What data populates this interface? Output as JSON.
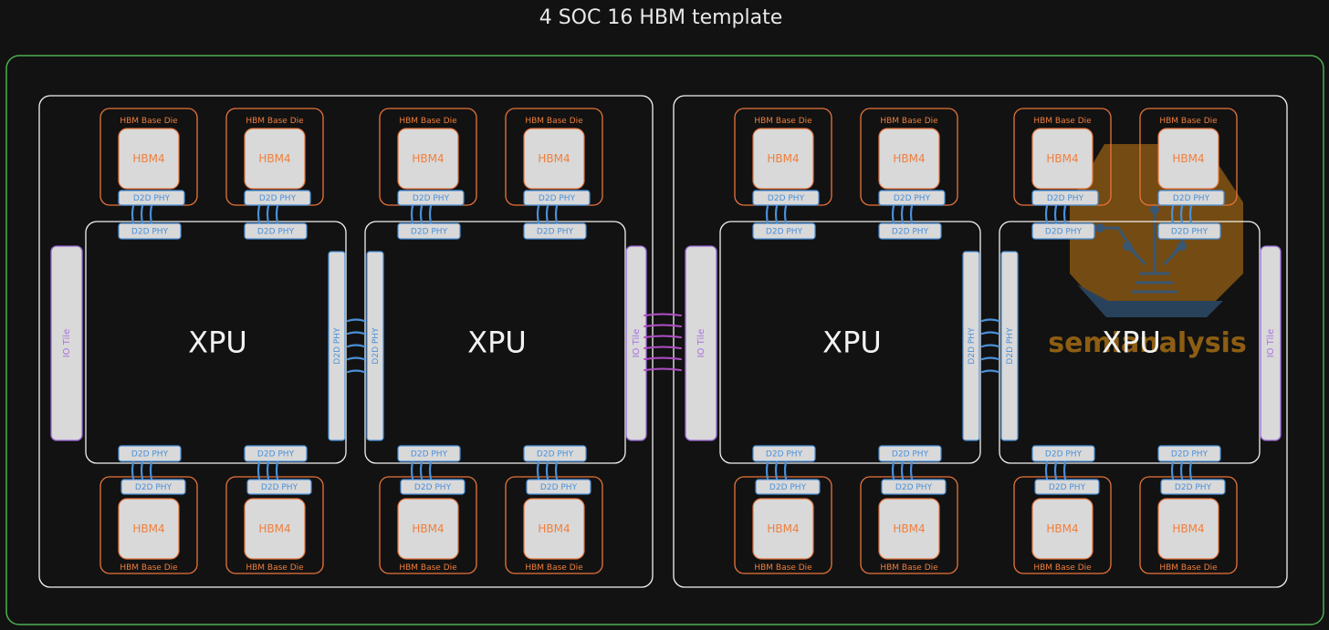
{
  "title": "4 SOC 16 HBM template",
  "labels": {
    "xpu": "XPU",
    "hbm": "HBM4",
    "hbm_base_die": "HBM Base Die",
    "d2d_phy": "D2D PHY",
    "io_tile": "IO Tile"
  },
  "watermark_text": "semianalysis",
  "colors": {
    "background": "#121212",
    "outer_border": "#4caf50",
    "package_border": "#f2f2f2",
    "hbm_border": "#e8743b",
    "hbm_text": "#f07f3c",
    "phy_fill": "#d9d9d9",
    "phy_border": "#4a90d9",
    "phy_text": "#4a90d9",
    "io_tile_border": "#9c6ad6",
    "io_tile_text": "#a873e0",
    "package_link": "#b24fc8",
    "watermark": "#f39c12"
  },
  "layout": {
    "packages": 2,
    "xpus_per_package": 2,
    "hbm_per_xpu": 4
  }
}
